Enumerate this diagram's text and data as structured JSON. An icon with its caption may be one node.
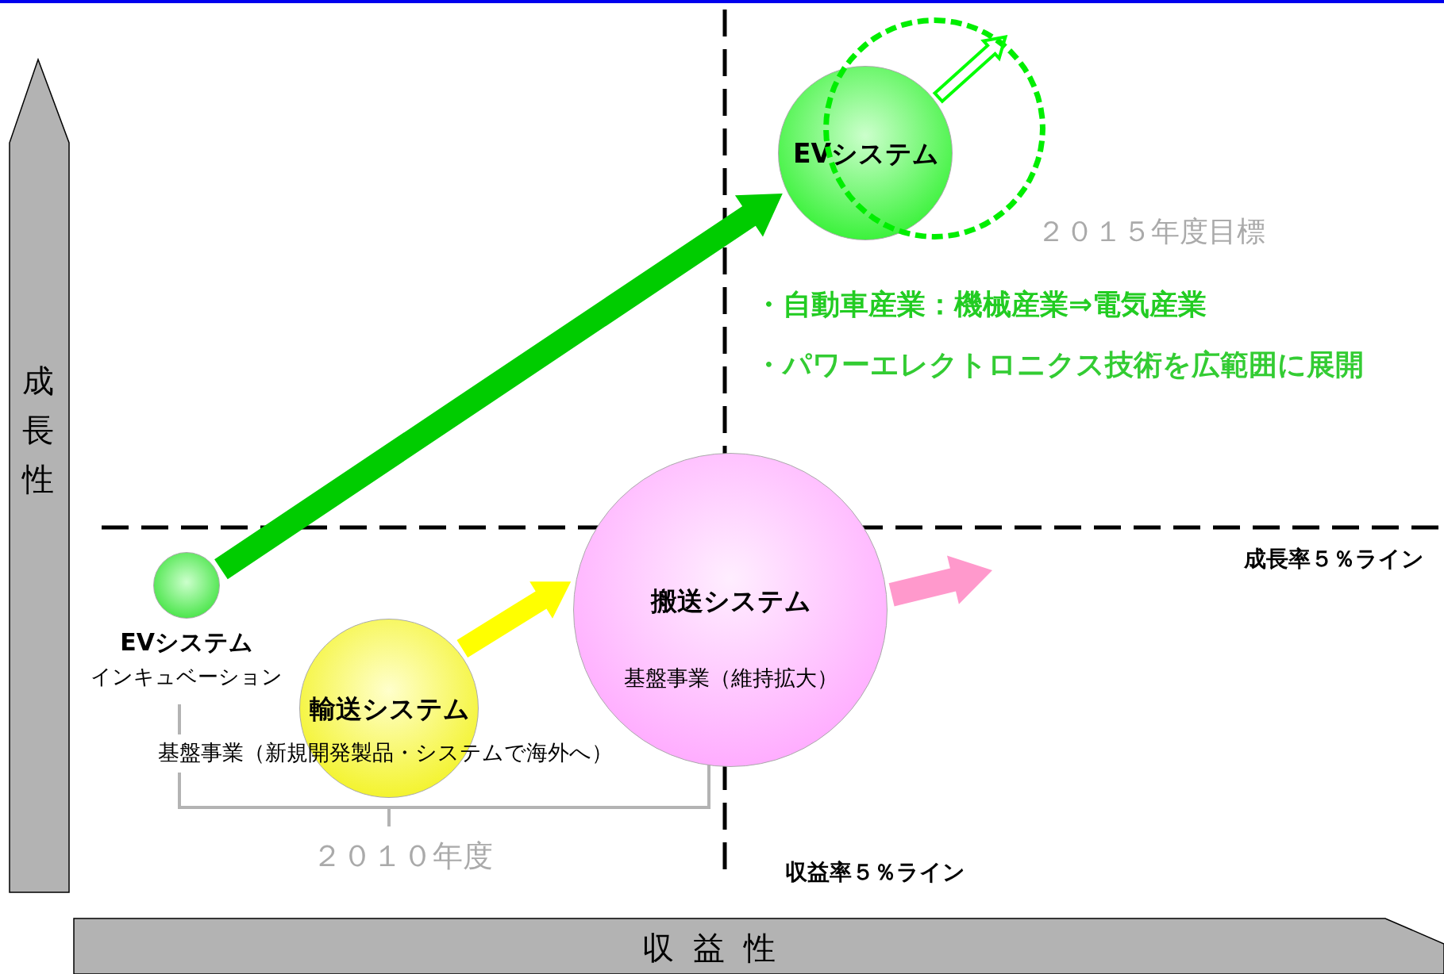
{
  "diagram": {
    "nodes": [
      {
        "text": [
          "EVシステム",
          "インキュベーション"
        ]
      },
      {
        "text": [
          "輸送システム"
        ]
      },
      {
        "text": [
          "搬送システム",
          "基盤事業（維持拡大）"
        ]
      },
      {
        "text": [
          "EVシステム"
        ]
      },
      {
        "text": [],
        "shape": "circle",
        "beside": [
          "２０１５年度目標"
        ]
      }
    ],
    "edges": [
      {
        "from": 0,
        "to": 3,
        "arrow": "to",
        "style": "thick",
        "color": "#00cc00"
      },
      {
        "from": 1,
        "to": 2,
        "arrow": "to",
        "style": "thick",
        "color": "#ffff00"
      },
      {
        "from": 2,
        "to": null,
        "arrow": "to",
        "style": "thick",
        "color": "#ff99cc"
      },
      {
        "from": 3,
        "to": 4,
        "arrow": "to",
        "color": "#00ff00"
      }
    ],
    "labels": [
      "・自動車産業：機械産業⇒電気産業",
      "・パワーエレクトロニクス技術を広範囲に展開",
      "成長性",
      "成長率５％ライン",
      "基盤事業（新規開発製品・システムで海外へ）",
      "２０１０年度",
      "収益率５％ライン",
      "収益性"
    ]
  }
}
